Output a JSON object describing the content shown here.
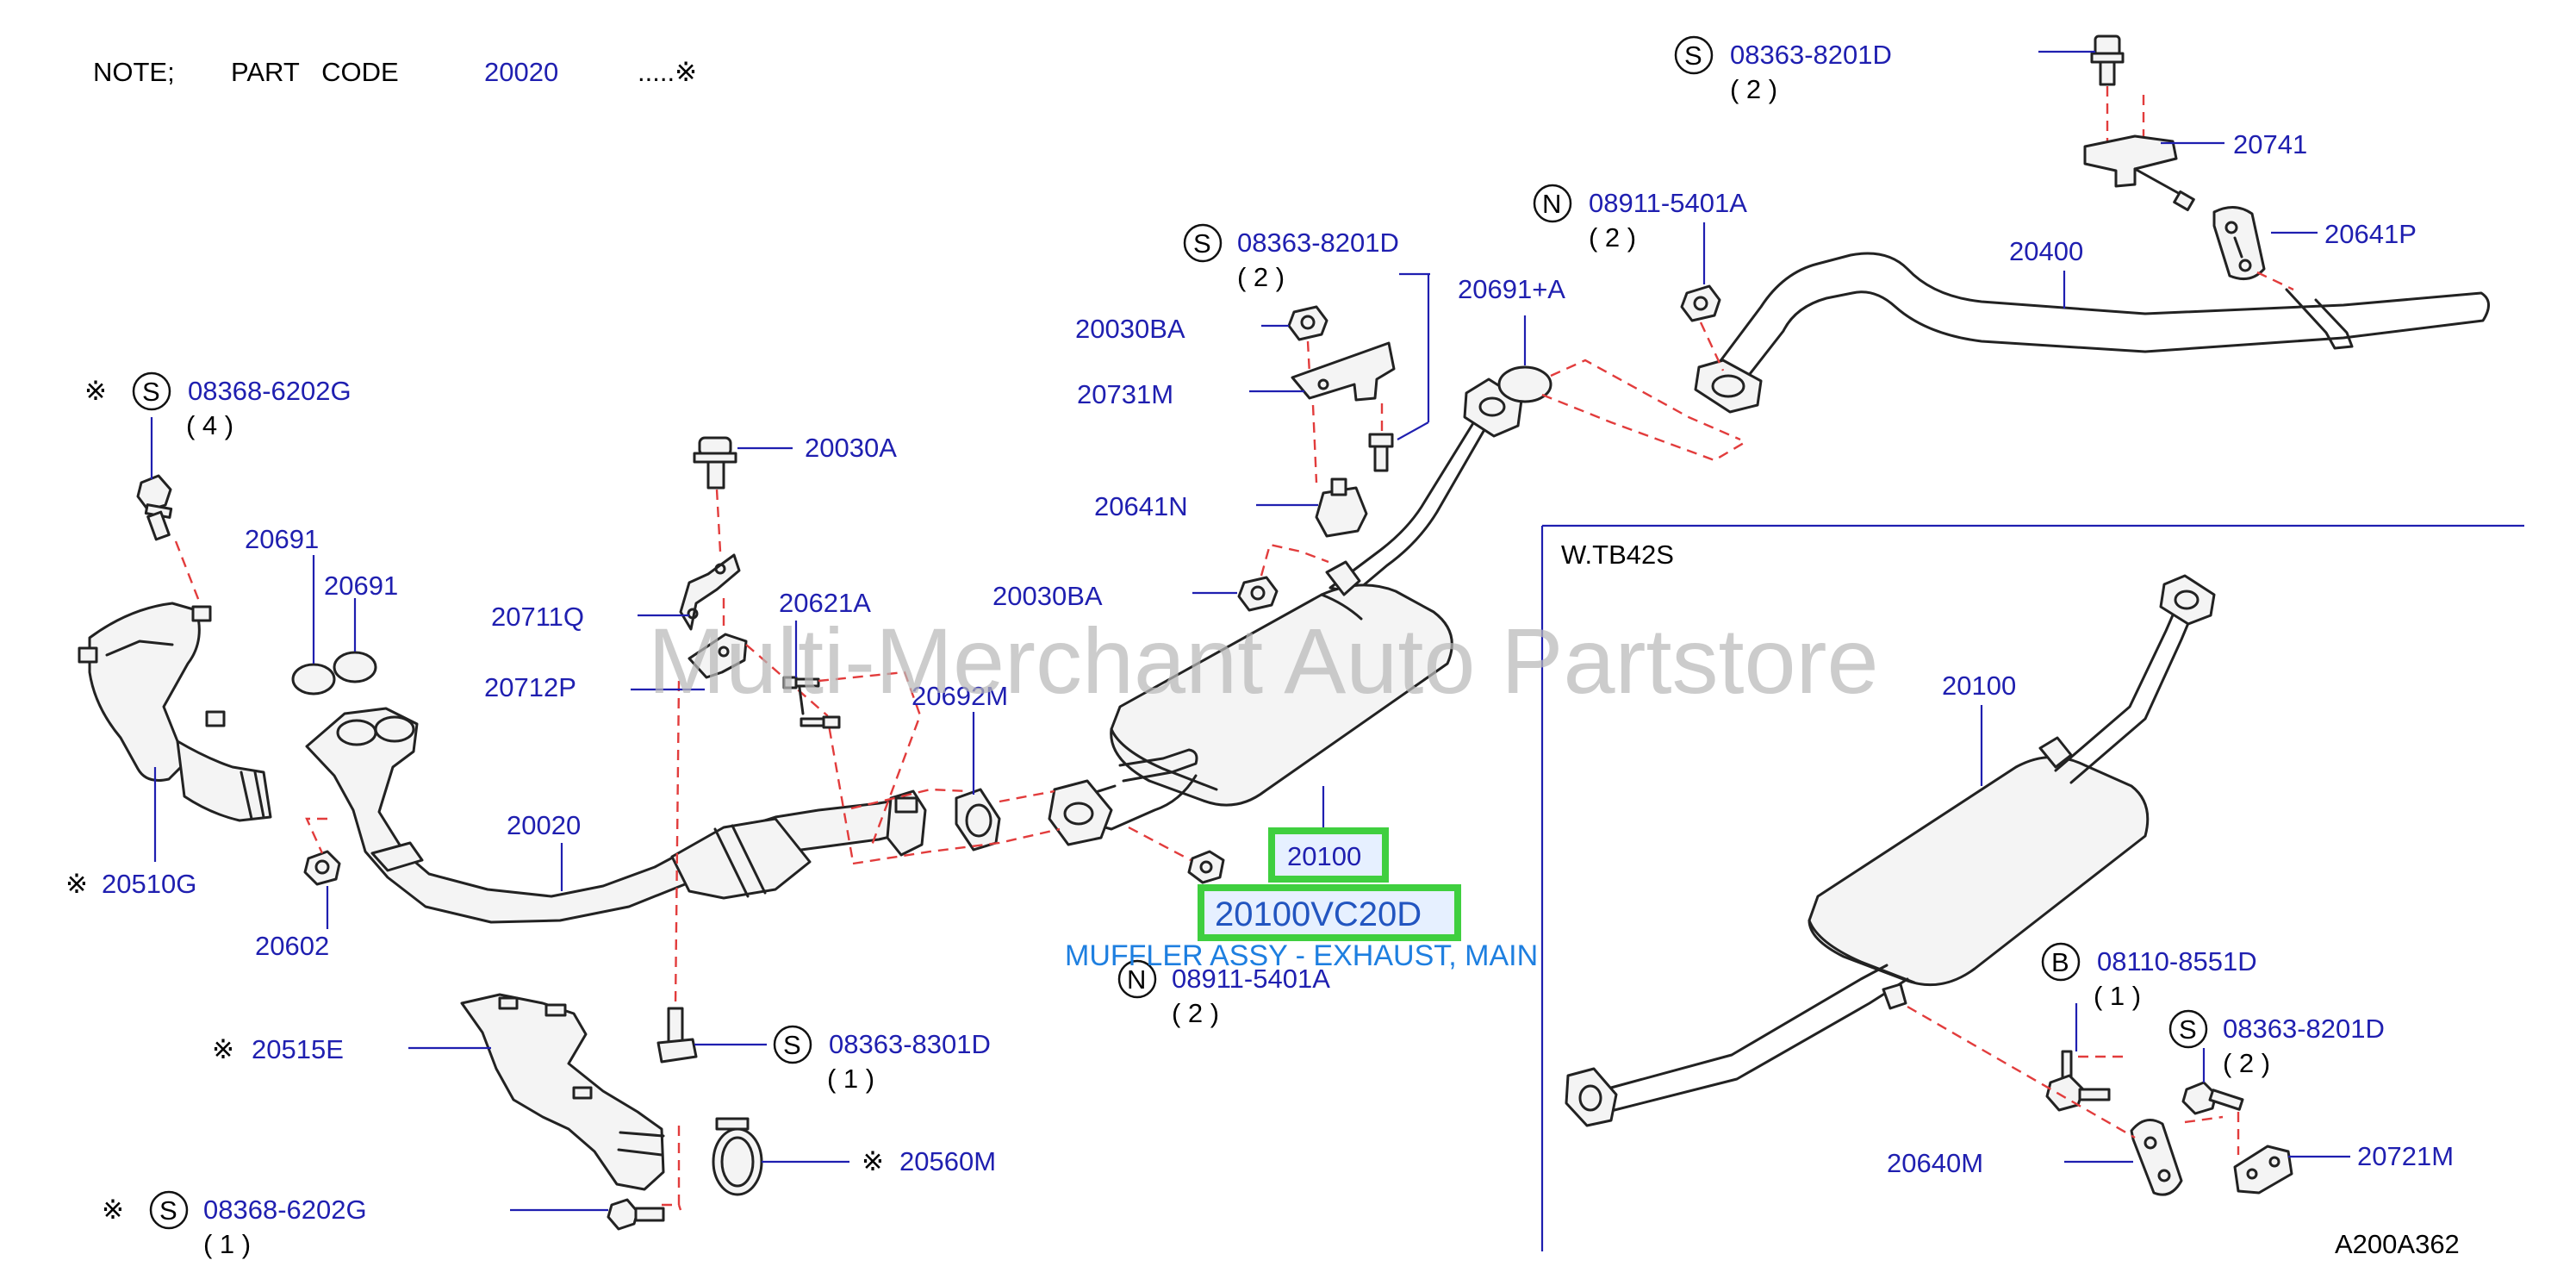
{
  "note": {
    "prefix": "NOTE;",
    "label": "PART   CODE",
    "code": "20020",
    "suffix": ".....※"
  },
  "watermark": "Multi-Merchant Auto Partstore",
  "inset_title": "W.TB42S",
  "diagram_code": "A200A362",
  "highlight": {
    "part": "20100",
    "part_number": "20100VC20D",
    "description": "MUFFLER ASSY - EXHAUST, MAIN",
    "color": "#3fcf3f"
  },
  "callouts": {
    "s_08363_8201d_top": {
      "prefix": "S",
      "code": "08363-8201D",
      "qty": "( 2 )"
    },
    "p20741": {
      "code": "20741"
    },
    "n_08911_5401a_top": {
      "prefix": "N",
      "code": "08911-5401A",
      "qty": "( 2 )"
    },
    "p20641p": {
      "code": "20641P"
    },
    "p20400": {
      "code": "20400"
    },
    "s_08363_8201d_mid": {
      "prefix": "S",
      "code": "08363-8201D",
      "qty": "( 2 )"
    },
    "p20691a": {
      "code": "20691+A"
    },
    "p20030ba_1": {
      "code": "20030BA"
    },
    "p20731m": {
      "code": "20731M"
    },
    "s_08368_6202g_top": {
      "mark": "※",
      "prefix": "S",
      "code": "08368-6202G",
      "qty": "( 4 )"
    },
    "p20030a": {
      "code": "20030A"
    },
    "p20641n": {
      "code": "20641N"
    },
    "p20691_1": {
      "code": "20691"
    },
    "p20691_2": {
      "code": "20691"
    },
    "p20030ba_2": {
      "code": "20030BA"
    },
    "p20711q": {
      "code": "20711Q"
    },
    "p20621a": {
      "code": "20621A"
    },
    "p20712p": {
      "code": "20712P"
    },
    "p20692m": {
      "code": "20692M"
    },
    "p20510g": {
      "mark": "※",
      "code": "20510G"
    },
    "p20020": {
      "code": "20020"
    },
    "p20602": {
      "code": "20602"
    },
    "n_08911_5401a_bot": {
      "prefix": "N",
      "code": "08911-5401A",
      "qty": "( 2 )"
    },
    "p20515e": {
      "mark": "※",
      "code": "20515E"
    },
    "s_08363_8301d": {
      "prefix": "S",
      "code": "08363-8301D",
      "qty": "( 1 )"
    },
    "p20560m": {
      "mark": "※",
      "code": "20560M"
    },
    "s_08368_6202g_bot": {
      "mark": "※",
      "prefix": "S",
      "code": "08368-6202G",
      "qty": "( 1 )"
    },
    "inset_20100": {
      "code": "20100"
    },
    "b_08110_8551d": {
      "prefix": "B",
      "code": "08110-8551D",
      "qty": "( 1 )"
    },
    "s_08363_8201d_inset": {
      "prefix": "S",
      "code": "08363-8201D",
      "qty": "( 2 )"
    },
    "p20640m": {
      "code": "20640M"
    },
    "p20721m": {
      "code": "20721M"
    }
  }
}
